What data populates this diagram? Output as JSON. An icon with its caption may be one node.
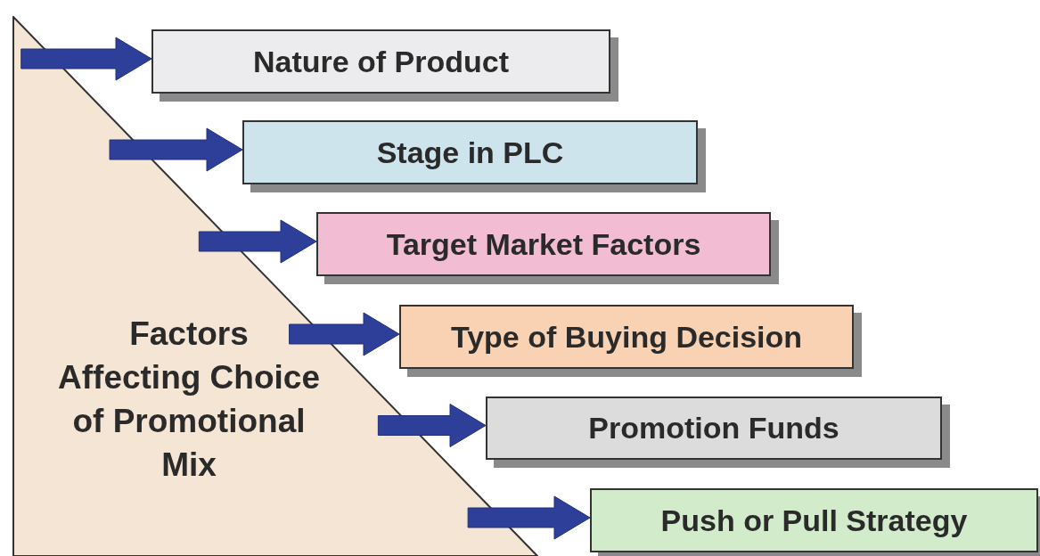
{
  "diagram": {
    "nodes": [
      {
        "text": [
          "Factors Affecting Choice of Promotional Mix"
        ]
      },
      {
        "text": [
          "Nature of Product"
        ]
      },
      {
        "text": [
          "Stage in PLC"
        ]
      },
      {
        "text": [
          "Target Market Factors"
        ]
      },
      {
        "text": [
          "Type of Buying Decision"
        ]
      },
      {
        "text": [
          "Promotion Funds"
        ]
      },
      {
        "text": [
          "Push or Pull Strategy"
        ]
      }
    ],
    "edges": [
      {
        "from": 0,
        "to": 1,
        "arrow": "to"
      },
      {
        "from": 0,
        "to": 2,
        "arrow": "to"
      },
      {
        "from": 0,
        "to": 3,
        "arrow": "to"
      },
      {
        "from": 0,
        "to": 4,
        "arrow": "to"
      },
      {
        "from": 0,
        "to": 5,
        "arrow": "to"
      },
      {
        "from": 0,
        "to": 6,
        "arrow": "to"
      }
    ]
  }
}
